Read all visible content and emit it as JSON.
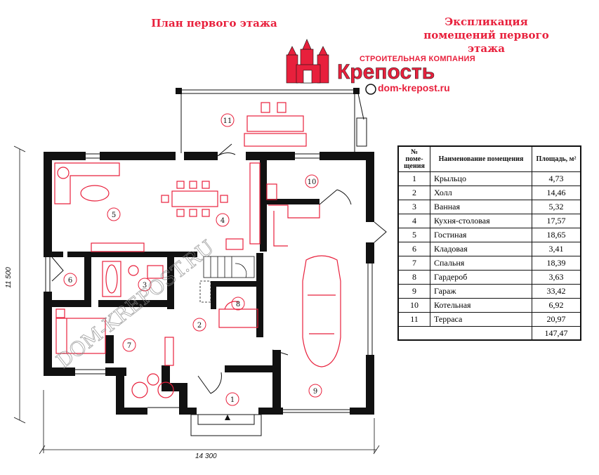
{
  "titles": {
    "plan": "План первого этажа",
    "explication": "Экспликация помещений первого этажа"
  },
  "logo": {
    "company": "СТРОИТЕЛЬНАЯ КОМПАНИЯ",
    "name": "Крепость",
    "url": "dom-krepost.ru",
    "watermark": "DOM-KREPOST.RU"
  },
  "dimensions": {
    "width": "14 300",
    "height": "11 500"
  },
  "table": {
    "headers": [
      "№ поме-щения",
      "Наименование помещения",
      "Площадь, м²"
    ],
    "rows": [
      {
        "num": "1",
        "name": "Крыльцо",
        "area": "4,73"
      },
      {
        "num": "2",
        "name": "Холл",
        "area": "14,46"
      },
      {
        "num": "3",
        "name": "Ванная",
        "area": "5,32"
      },
      {
        "num": "4",
        "name": "Кухня-столовая",
        "area": "17,57"
      },
      {
        "num": "5",
        "name": "Гостиная",
        "area": "18,65"
      },
      {
        "num": "6",
        "name": "Кладовая",
        "area": "3,41"
      },
      {
        "num": "7",
        "name": "Спальня",
        "area": "18,39"
      },
      {
        "num": "8",
        "name": "Гардероб",
        "area": "3,63"
      },
      {
        "num": "9",
        "name": "Гараж",
        "area": "33,42"
      },
      {
        "num": "10",
        "name": "Котельная",
        "area": "6,92"
      },
      {
        "num": "11",
        "name": "Терраса",
        "area": "20,97"
      }
    ],
    "total": "147,47"
  },
  "room_labels": [
    "1",
    "2",
    "3",
    "4",
    "5",
    "6",
    "7",
    "8",
    "9",
    "10",
    "11"
  ],
  "colors": {
    "accent": "#e8203c",
    "wall": "#111111"
  }
}
